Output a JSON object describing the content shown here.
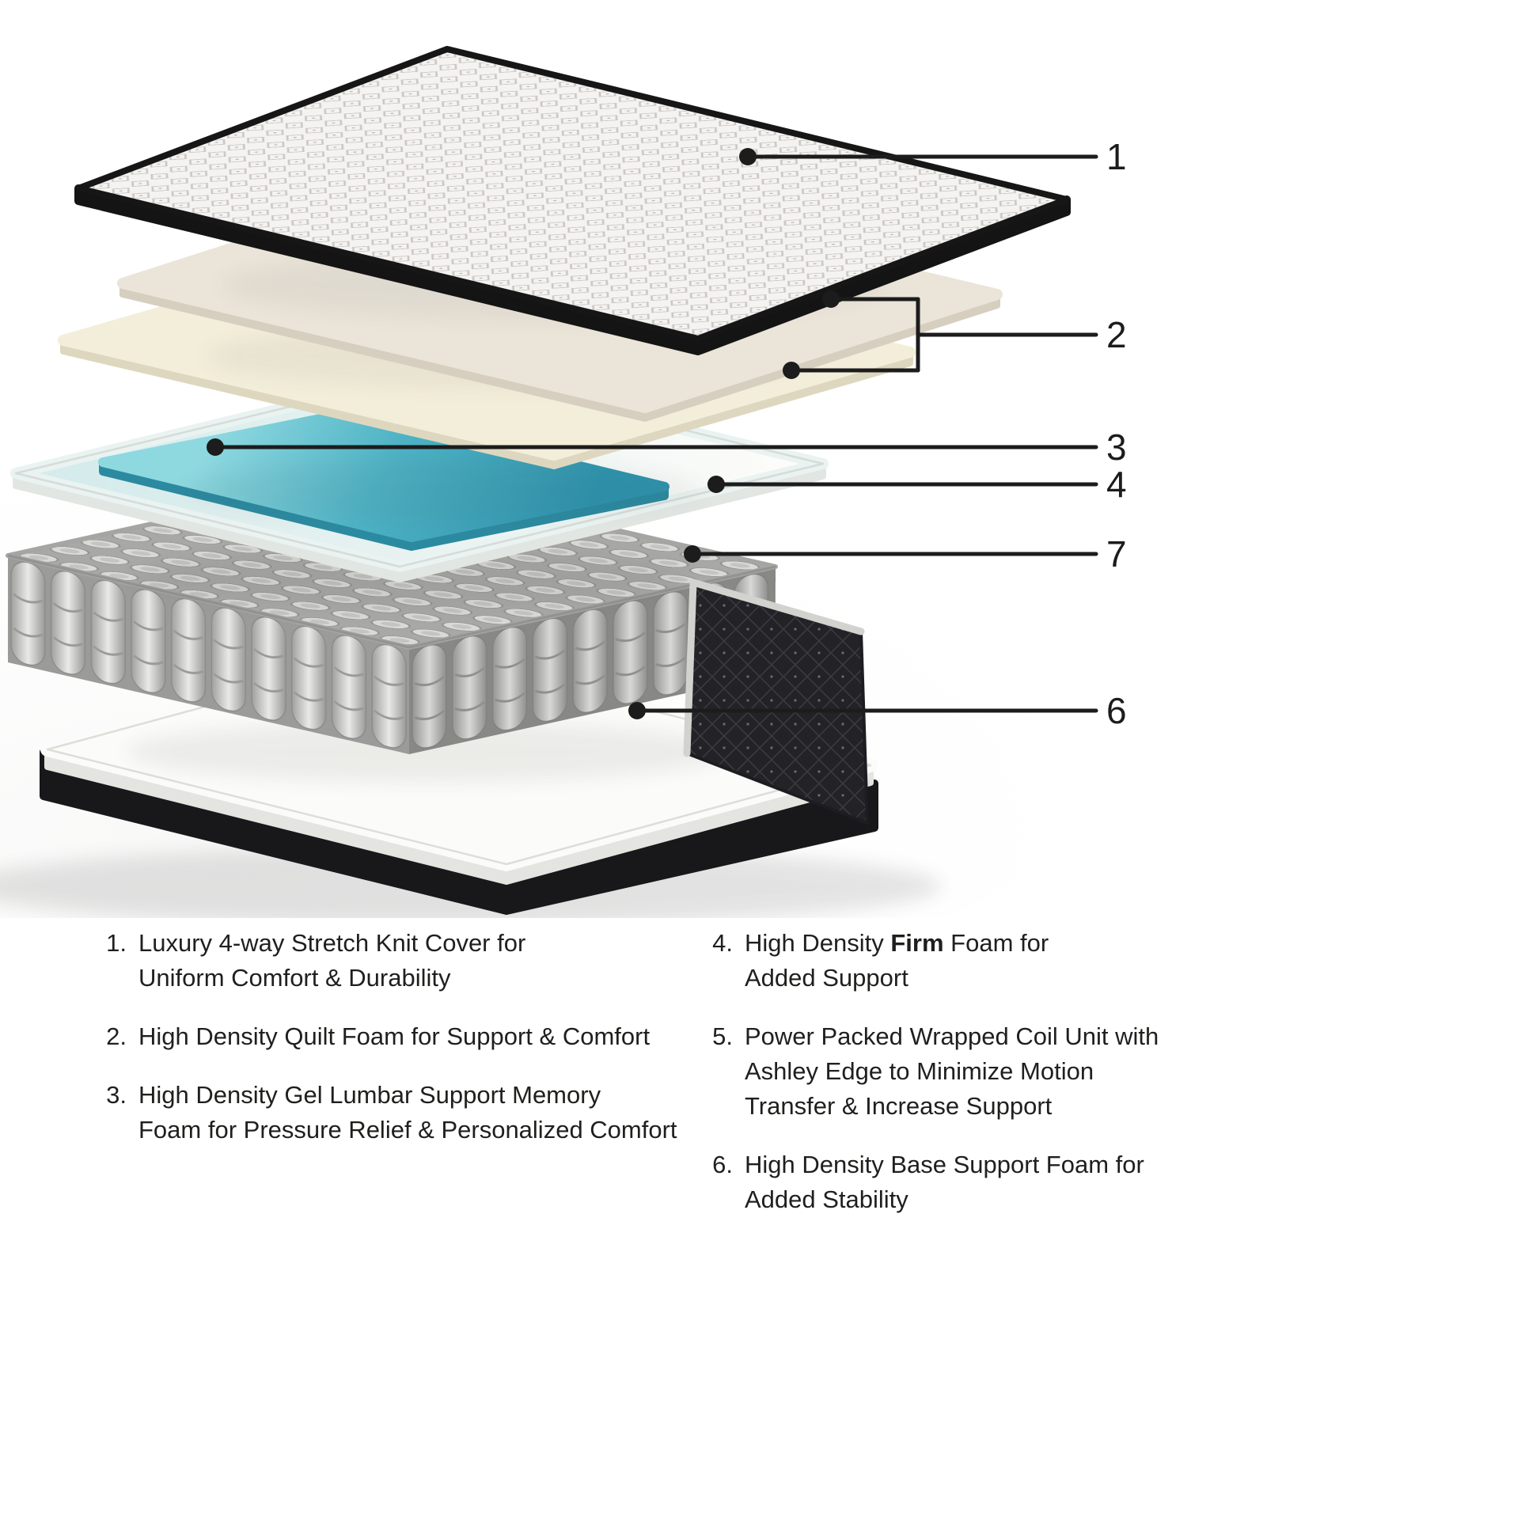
{
  "callouts": {
    "n1": "1",
    "n2": "2",
    "n3": "3",
    "n4": "4",
    "n7": "7",
    "n6": "6"
  },
  "legend": {
    "left": [
      {
        "num": "1.",
        "lines": [
          "Luxury 4-way Stretch Knit Cover for",
          "Uniform Comfort & Durability"
        ]
      },
      {
        "num": "2.",
        "lines": [
          "High Density Quilt Foam for Support & Comfort"
        ]
      },
      {
        "num": "3.",
        "lines": [
          "High Density Gel Lumbar Support Memory",
          "Foam for Pressure Relief & Personalized Comfort"
        ]
      }
    ],
    "right": [
      {
        "num": "4.",
        "line1_before": "High Density ",
        "line1_bold": "Firm",
        "line1_after": " Foam for",
        "line2": "Added Support"
      },
      {
        "num": "5.",
        "lines": [
          "Power Packed Wrapped Coil Unit with",
          "Ashley Edge to Minimize Motion",
          "Transfer & Increase Support"
        ]
      },
      {
        "num": "6.",
        "lines": [
          "High Density Base Support Foam for",
          "Added Stability"
        ]
      }
    ]
  },
  "colors": {
    "gel_layer": "#4fb3c5",
    "quilt_foam": "#f3eeda",
    "cover_edge": "#161616",
    "callout_ink": "#1c1c1c"
  }
}
